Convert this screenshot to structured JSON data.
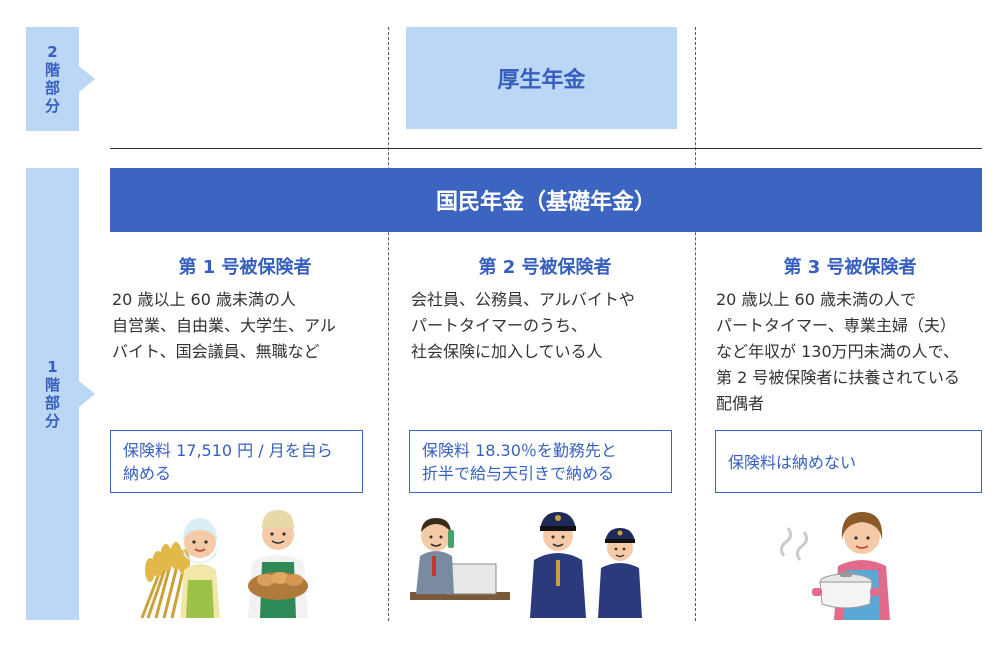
{
  "tiers": {
    "upper": "2階部分",
    "lower": "1階部分"
  },
  "kosei_nenkin": "厚生年金",
  "kokumin_nenkin": "国民年金（基礎年金）",
  "columns": [
    {
      "title": "第 1 号被保険者",
      "description_lines": [
        "20 歳以上 60 歳未満の人",
        "自営業、自由業、大学生、アル",
        "バイト、国会議員、無職など"
      ],
      "fee_lines": [
        "保険料 17,510 円 / 月を自ら",
        "納める"
      ],
      "illustration": "farmer-and-baker-icon"
    },
    {
      "title": "第 2 号被保険者",
      "description_lines": [
        "会社員、公務員、アルバイトや",
        "パートタイマーのうち、",
        "社会保険に加入している人"
      ],
      "fee_lines": [
        "保険料 18.30％を勤務先と",
        "折半で給与天引きで納める"
      ],
      "illustration": "office-worker-and-police-icon"
    },
    {
      "title": "第 3 号被保険者",
      "description_lines": [
        "20 歳以上 60 歳未満の人で",
        "パートタイマー、専業主婦（夫）",
        "など年収が 130万円未満の人で、",
        "第 2 号被保険者に扶養されている",
        "配偶者"
      ],
      "fee_lines": [
        "保険料は納めない"
      ],
      "illustration": "homemaker-with-pot-icon"
    }
  ],
  "colors": {
    "light_blue": "#bcd6f6",
    "blue": "#3b65c0",
    "text_blue": "#3760be"
  }
}
